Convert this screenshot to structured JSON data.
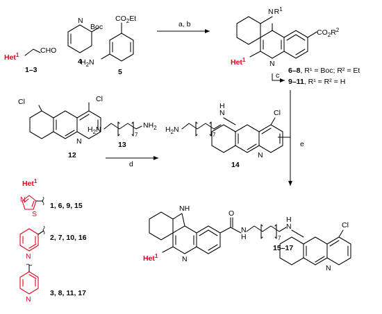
{
  "reagents": {
    "boc": "Boc",
    "co2et": "CO",
    "co2et_sub": "2",
    "co2et_tail": "Et",
    "h2n": "H",
    "h2n_sub": "2",
    "h2n_tail": "N",
    "het1": "Het",
    "het1_sup": "1",
    "cho": "CHO",
    "cl": "Cl",
    "nh": "NH",
    "nh2": "NH",
    "nh2_sub": "2",
    "n": "N",
    "h": "H",
    "o": "O",
    "r1": "R",
    "r1_sup": "1",
    "co2r2": "CO",
    "co2r2_sub": "2",
    "co2r2_r": "R",
    "co2r2_sup": "2",
    "s": "S",
    "chain_count": "7"
  },
  "labels": {
    "cmpd_4": "4",
    "cmpd_5": "5",
    "cmpd_1_3": "1–3",
    "cmpd_12": "12",
    "cmpd_13": "13",
    "cmpd_14": "14",
    "cmpd_15_17": "15–17",
    "cmpd_6_8": "6–8",
    "cmpd_6_8_desc": ", R¹ = Boc; R² = Et",
    "cmpd_9_11": "9–11",
    "cmpd_9_11_desc": ", R¹ = R² = H"
  },
  "steps": {
    "ab": "a, b",
    "c": "c",
    "d": "d",
    "e": "e"
  },
  "het_table": {
    "header": "Het",
    "header_sup": "1",
    "rows": [
      {
        "name": "thiazol-2-yl",
        "ids": "1, 6, 9, 15"
      },
      {
        "name": "pyridin-3-yl",
        "ids": "2, 7, 10, 16"
      },
      {
        "name": "pyridin-4-yl",
        "ids": "3, 8, 11, 17"
      }
    ]
  },
  "colors": {
    "het_highlight": "#e3001b",
    "ink": "#000000"
  }
}
